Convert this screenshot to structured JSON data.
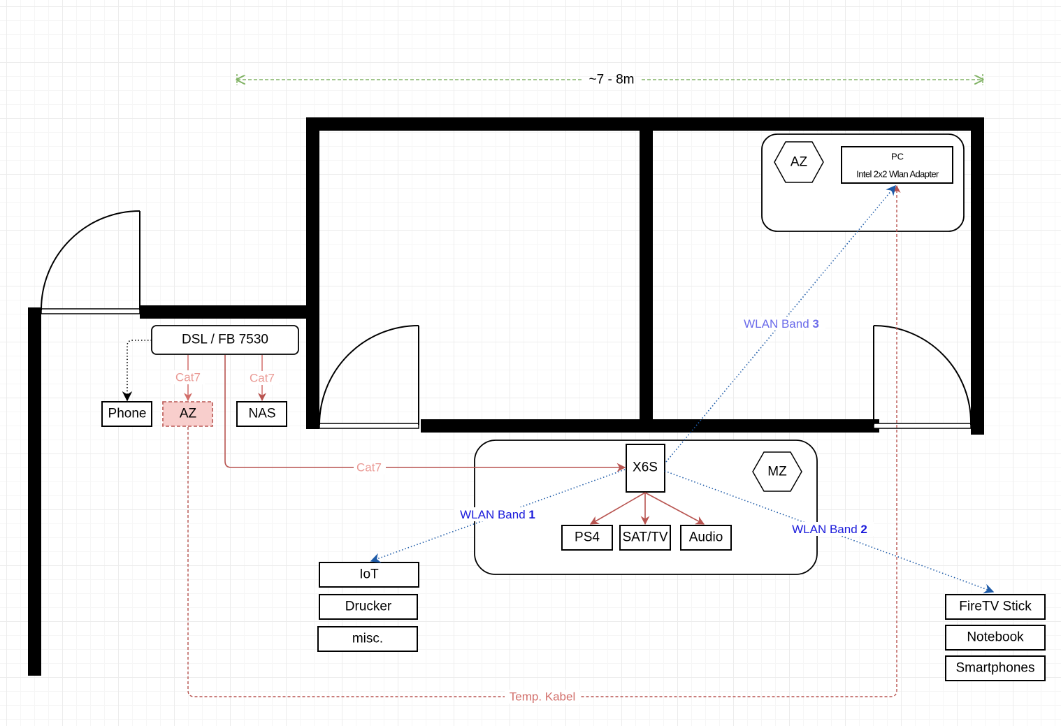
{
  "dimension": {
    "label": "~7 - 8m"
  },
  "rooms": {
    "az": {
      "label": "AZ",
      "pc_title": "PC",
      "pc_adapter": "Intel 2x2 Wlan Adapter"
    },
    "mz": {
      "label": "MZ",
      "repeater": "X6S",
      "wired_devices": [
        "PS4",
        "SAT/TV",
        "Audio"
      ]
    }
  },
  "hall": {
    "router": "DSL / FB 7530",
    "devices": [
      "Phone",
      "AZ",
      "NAS"
    ]
  },
  "links": {
    "cat7_az": "Cat7",
    "cat7_nas": "Cat7",
    "cat7_main": "Cat7",
    "temp_cable": "Temp. Kabel",
    "wlan_band_1": {
      "text": "WLAN Band ",
      "num": "1",
      "color": "#1a1adb"
    },
    "wlan_band_2": {
      "text": "WLAN Band ",
      "num": "2",
      "color": "#1a1adb"
    },
    "wlan_band_3": {
      "text": "WLAN Band ",
      "num": "3",
      "color": "#6b6bea"
    }
  },
  "band1_devices": [
    "IoT",
    "Drucker",
    "misc."
  ],
  "band2_devices": [
    "FireTV Stick",
    "Notebook",
    "Smartphones"
  ],
  "colors": {
    "wire": "#b85450",
    "wire_label": "#ea9a95",
    "wifi": "#1e5ba8",
    "dimension": "#82b366",
    "highlight_fill": "#f8cecc"
  }
}
